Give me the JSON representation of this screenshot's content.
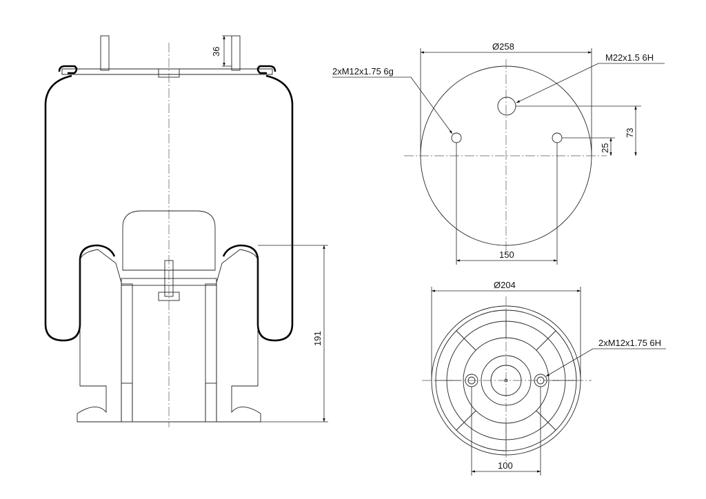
{
  "side_view": {
    "dim_stud_height": "36",
    "dim_total_height": "191"
  },
  "top_view": {
    "dim_diameter": "Ø258",
    "label_stud_thread": "2xM12x1.75 6g",
    "label_air_port": "M22x1.5 6H",
    "dim_port_offset": "73",
    "dim_stud_offset": "25",
    "dim_stud_spacing": "150"
  },
  "bottom_view": {
    "dim_diameter": "Ø204",
    "label_thread": "2xM12x1.75 6H",
    "dim_hole_spacing": "100"
  }
}
